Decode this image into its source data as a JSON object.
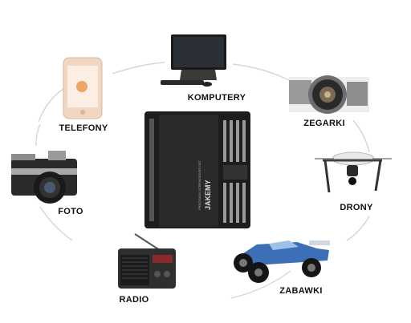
{
  "products": [
    {
      "id": "komputery",
      "label": "KOMPUTERY",
      "icon": "computer-monitor-icon"
    },
    {
      "id": "zegarki",
      "label": "ZEGARKI",
      "icon": "wristwatch-icon"
    },
    {
      "id": "drony",
      "label": "DRONY",
      "icon": "drone-icon"
    },
    {
      "id": "zabawki",
      "label": "ZABAWKI",
      "icon": "rc-car-icon"
    },
    {
      "id": "radio",
      "label": "RADIO",
      "icon": "radio-icon"
    },
    {
      "id": "foto",
      "label": "FOTO",
      "icon": "camera-icon"
    },
    {
      "id": "telefony",
      "label": "TELEFONY",
      "icon": "smartphone-icon"
    }
  ],
  "center": {
    "icon": "screwdriver-kit-icon",
    "brand": "JAKEMY",
    "caption": "PRECISION SCREWDRIVER SET"
  },
  "colors": {
    "ring": "#d6d6d6",
    "label": "#111111",
    "kit_body": "#2a2a2a"
  }
}
